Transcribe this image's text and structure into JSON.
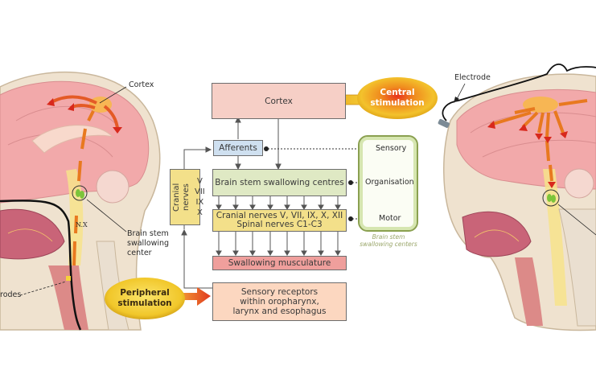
{
  "left_head": {
    "cortex_label": "Cortex",
    "nerve_label": "N.X",
    "brainstem_label": [
      "Brain stem",
      "swallowing",
      "center"
    ],
    "electrodes_label": "rodes"
  },
  "right_head": {
    "electrode_label": "Electrode"
  },
  "flow": {
    "cortex": "Cortex",
    "afferents": "Afferents",
    "brainstem_centres": "Brain stem swallowing centres",
    "cranial_spinal": [
      "Cranial nerves V, VII, IX, X, XII",
      "Spinal nerves C1-C3"
    ],
    "musculature": "Swallowing musculature",
    "receptors": [
      "Sensory receptors",
      "within oropharynx,",
      "larynx and esophagus"
    ],
    "cranial_nerves_side": {
      "title": "Cranial nerves",
      "items": [
        "V",
        "VII",
        "IX",
        "X"
      ]
    }
  },
  "legend": {
    "sensory": "Sensory",
    "organisation": "Organisation",
    "motor": "Motor",
    "caption": [
      "Brain stem",
      "swallowing centers"
    ]
  },
  "stimulation": {
    "central": [
      "Central",
      "stimulation"
    ],
    "peripheral": [
      "Peripheral",
      "stimulation"
    ]
  },
  "colors": {
    "cortex_box": "#f6cfc6",
    "afferents_box": "#cfe0f0",
    "brainstem_box": "#dfe9c4",
    "cranial_box": "#f3e08a",
    "musculature_box": "#ef9f9c",
    "receptors_box": "#fcd7c0",
    "legend_border": "#c8dca0",
    "central_text": "#ffffff",
    "peripheral_text": "#3a2a10"
  }
}
